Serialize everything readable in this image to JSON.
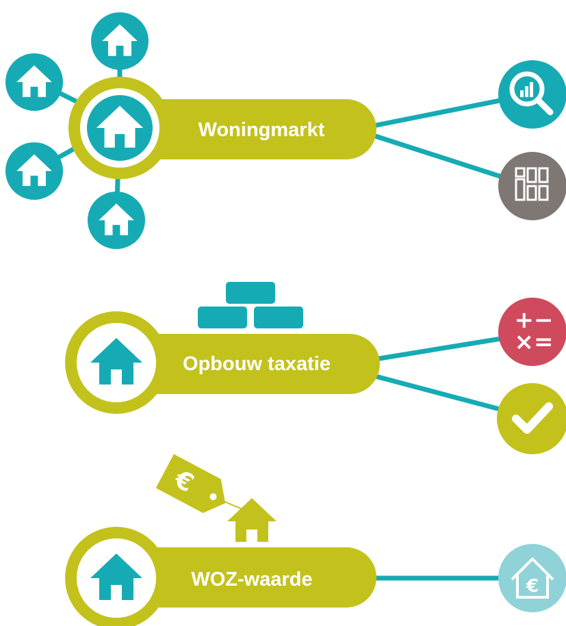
{
  "colors": {
    "olive": "#c3c21d",
    "teal": "#16abb4",
    "gray": "#7f7774",
    "red": "#cf4a5d",
    "light_teal": "#8fd3d8",
    "white": "#ffffff"
  },
  "sections": [
    {
      "label": "Woningmarkt",
      "hub_icon": "house-icon",
      "satellite_icons": [
        "house-icon",
        "house-icon",
        "house-icon",
        "house-icon"
      ],
      "right_icons": [
        "search-chart-icon",
        "grid-layout-icon"
      ]
    },
    {
      "label": "Opbouw taxatie",
      "hub_icon": "house-icon",
      "top_icon": "bricks-icon",
      "right_icons": [
        "calculator-icon",
        "checkmark-icon"
      ]
    },
    {
      "label": "WOZ-waarde",
      "hub_icon": "house-icon",
      "top_icon": "price-tag-house-icon",
      "right_icons": [
        "house-euro-icon"
      ]
    }
  ],
  "glyphs": {
    "euro": "€",
    "plus_minus": "+−",
    "times_equals": "×="
  }
}
